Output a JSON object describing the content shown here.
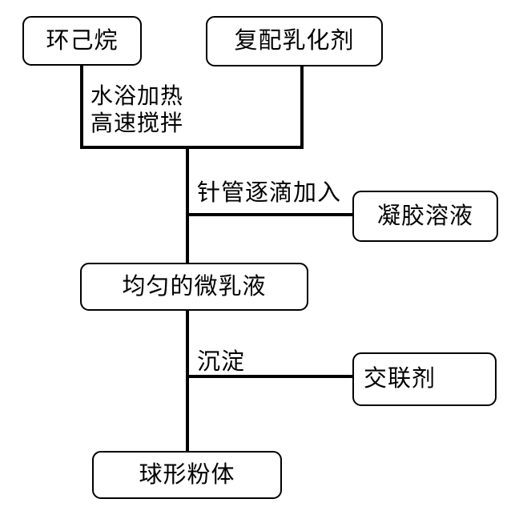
{
  "diagram": {
    "type": "process-flowchart",
    "language": "zh-CN",
    "colors": {
      "background": "#ffffff",
      "line": "#000000",
      "box_fill": "#ffffff",
      "box_border": "#000000",
      "text": "#000000"
    },
    "nodes": {
      "cyclohexane": {
        "label": "环己烷"
      },
      "emulsifier": {
        "label": "复配乳化剂"
      },
      "gel": {
        "label": "凝胶溶液"
      },
      "microemulsion": {
        "label": "均匀的微乳液"
      },
      "crosslinker": {
        "label": "交联剂"
      },
      "powder": {
        "label": "球形粉体"
      }
    },
    "step_labels": {
      "water_bath": "水浴加热",
      "stirring": "高速搅拌",
      "dropwise": "针管逐滴加入",
      "precipitation": "沉淀"
    },
    "edges": [
      {
        "from": "cyclohexane",
        "to": "microemulsion",
        "label": "水浴加热 高速搅拌"
      },
      {
        "from": "emulsifier",
        "to": "microemulsion",
        "label": "水浴加热 高速搅拌"
      },
      {
        "from": "gel",
        "to": "microemulsion",
        "label": "针管逐滴加入"
      },
      {
        "from": "microemulsion",
        "to": "powder",
        "label": "沉淀"
      },
      {
        "from": "crosslinker",
        "to": "powder",
        "label": "沉淀"
      }
    ]
  }
}
